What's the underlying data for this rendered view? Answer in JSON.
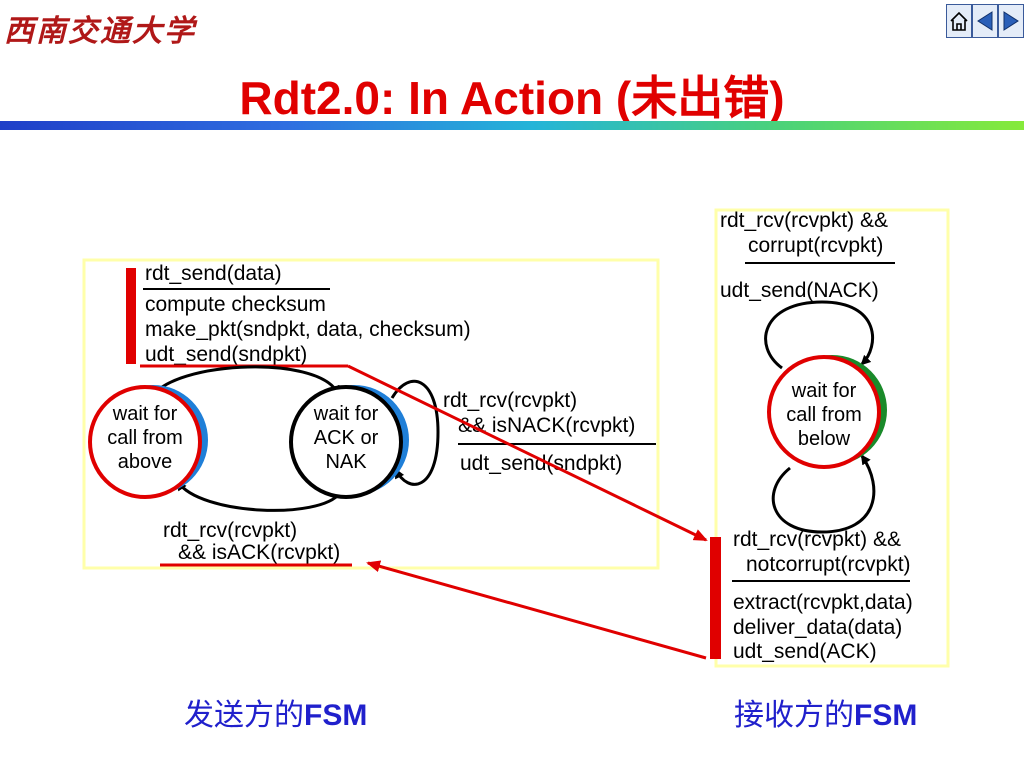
{
  "header": {
    "logo_text": "西南交通大学",
    "nav_icons": [
      "home-icon",
      "prev-arrow-icon",
      "next-arrow-icon"
    ],
    "title": "Rdt2.0: In Action (未出错)"
  },
  "sender": {
    "event": "rdt_send(data)",
    "actions": [
      "compute checksum",
      "make_pkt(sndpkt, data, checksum)",
      "udt_send(sndpkt)"
    ],
    "state_wait_call": [
      "wait for",
      "call from",
      "above"
    ],
    "state_wait_ack": [
      "wait for",
      "ACK or",
      "NAK"
    ],
    "nack_event": [
      "rdt_rcv(rcvpkt)",
      "&& isNACK(rcvpkt)"
    ],
    "nack_action": "udt_send(sndpkt)",
    "ack_event": [
      "rdt_rcv(rcvpkt)",
      "&& isACK(rcvpkt)"
    ],
    "caption_prefix": "发送方的",
    "caption_suffix": "FSM"
  },
  "receiver": {
    "corrupt_event": [
      "rdt_rcv(rcvpkt) &&",
      "corrupt(rcvpkt)"
    ],
    "corrupt_action": "udt_send(NACK)",
    "state_wait_below": [
      "wait for",
      "call from",
      "below"
    ],
    "ok_event": [
      "rdt_rcv(rcvpkt) &&",
      "notcorrupt(rcvpkt)"
    ],
    "ok_actions": [
      "extract(rcvpkt,data)",
      "deliver_data(data)",
      "udt_send(ACK)"
    ],
    "caption_prefix": "接收方的",
    "caption_suffix": "FSM"
  },
  "colors": {
    "title": "#e00000",
    "highlight": "#e00000",
    "caption": "#2020cc",
    "panel_border": "#ffffaa",
    "state_shadow_blue": "#1f7fd8",
    "state_shadow_green": "#1a8a2a"
  }
}
